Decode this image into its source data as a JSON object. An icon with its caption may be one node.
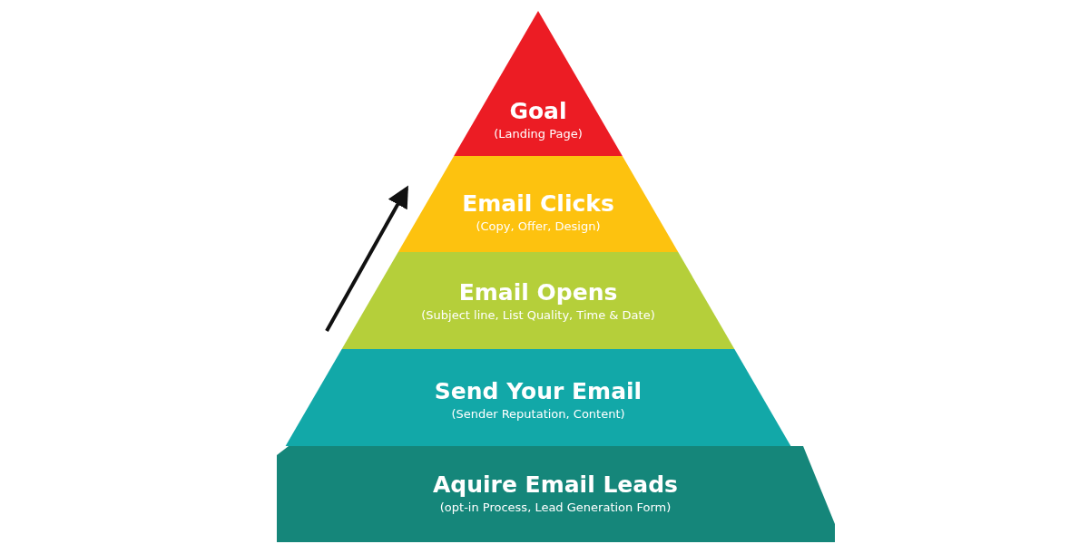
{
  "diagram": {
    "nodes": [
      {
        "text": [
          "Goal",
          "(Landing Page)"
        ]
      },
      {
        "text": [
          "Email Clicks",
          "(Copy, Offer, Design)"
        ]
      },
      {
        "text": [
          "Email Opens",
          "(Subject line, List Quality, Time & Date)"
        ]
      },
      {
        "text": [
          "Send Your Email",
          "(Sender Reputation, Content)"
        ]
      },
      {
        "text": [
          "Aquire Email Leads",
          "(opt-in Process, Lead Generation Form)"
        ]
      }
    ]
  }
}
